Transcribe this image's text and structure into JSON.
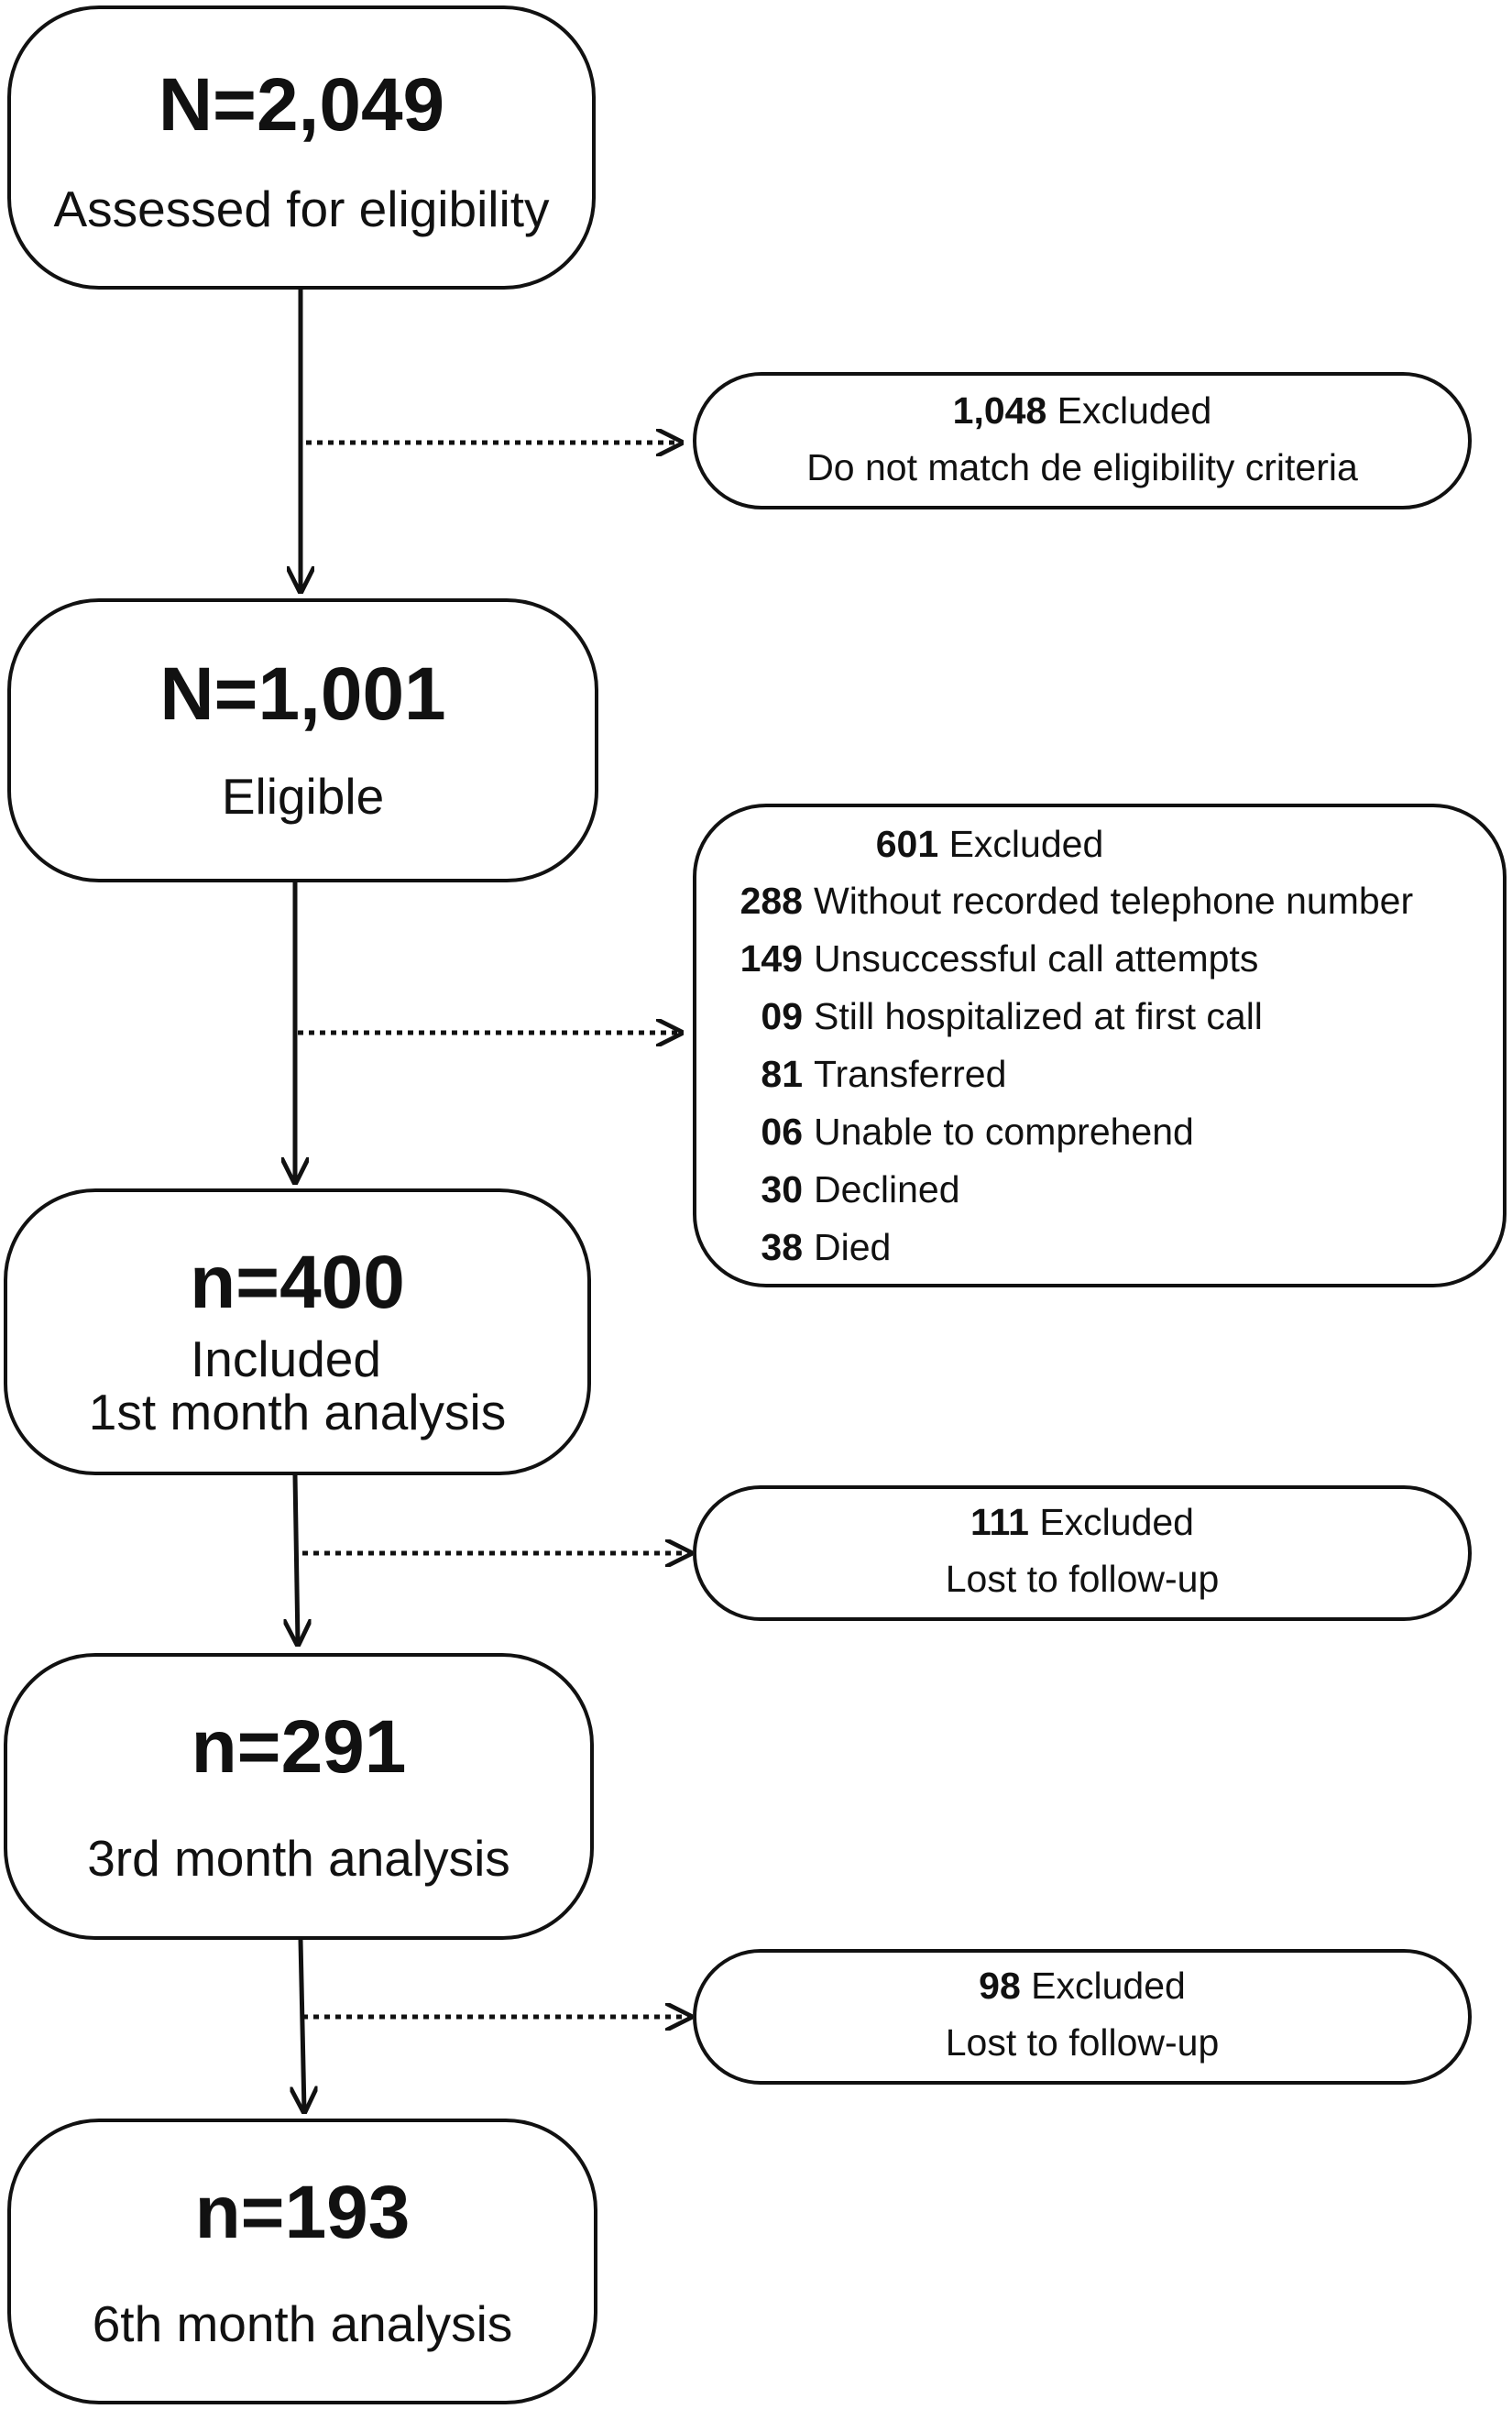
{
  "boxes": {
    "assessed": {
      "count": "N=2,049",
      "label": "Assessed for eligibility"
    },
    "eligible": {
      "count": "N=1,001",
      "label": "Eligible"
    },
    "included": {
      "count": "n=400",
      "label1": "Included",
      "label2": "1st month analysis"
    },
    "month3": {
      "count": "n=291",
      "label": "3rd month analysis"
    },
    "month6": {
      "count": "n=193",
      "label": "6th month analysis"
    }
  },
  "exclusions": {
    "first": {
      "count": "1,048",
      "word": "Excluded",
      "reason": "Do not match de eligibility criteria"
    },
    "second": {
      "count": "601",
      "word": "Excluded",
      "items": [
        {
          "num": "288",
          "text": "Without recorded telephone number"
        },
        {
          "num": "149",
          "text": "Unsuccessful call attempts"
        },
        {
          "num": "09",
          "text": "Still hospitalized at first call"
        },
        {
          "num": "81",
          "text": "Transferred"
        },
        {
          "num": "06",
          "text": "Unable to comprehend"
        },
        {
          "num": "30",
          "text": "Declined"
        },
        {
          "num": "38",
          "text": "Died"
        }
      ]
    },
    "third": {
      "count": "111",
      "word": "Excluded",
      "reason": "Lost to follow-up"
    },
    "fourth": {
      "count": "98",
      "word": "Excluded",
      "reason": "Lost to follow-up"
    }
  }
}
